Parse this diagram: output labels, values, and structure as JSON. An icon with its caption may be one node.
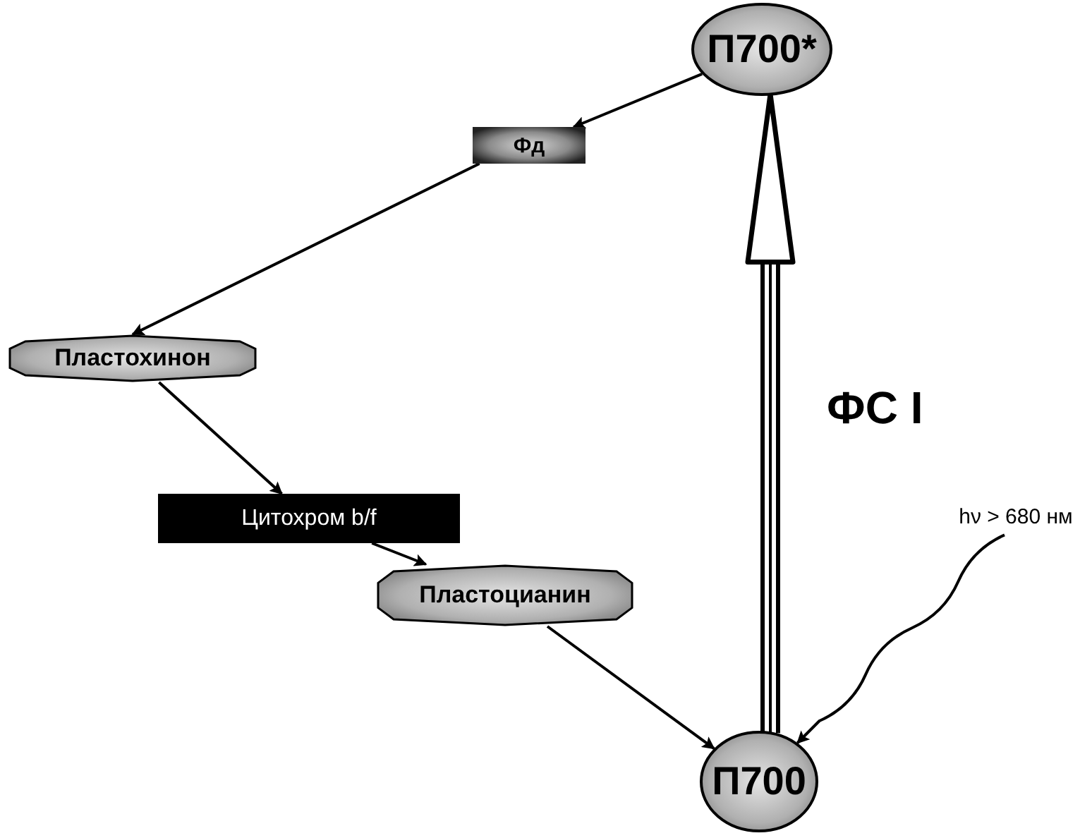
{
  "diagram": {
    "nodes": [
      {
        "text": [
          "П700*"
        ]
      },
      {
        "text": [
          "Фд"
        ]
      },
      {
        "text": [
          "Пластохинон"
        ]
      },
      {
        "text": [
          "Цитохром b/f"
        ]
      },
      {
        "text": [
          "Пластоцианин"
        ]
      },
      {
        "text": [
          "П700"
        ]
      },
      {
        "text": [
          "hν > 680 нм"
        ]
      }
    ],
    "edges": [
      {
        "from": 0,
        "to": 1,
        "arrow": "to"
      },
      {
        "from": 1,
        "to": 2,
        "arrow": "to"
      },
      {
        "from": 2,
        "to": 3,
        "arrow": "to"
      },
      {
        "from": 3,
        "to": 4,
        "arrow": "to"
      },
      {
        "from": 4,
        "to": 5,
        "arrow": "to"
      },
      {
        "from": 5,
        "to": 0,
        "arrow": "to",
        "style": "thick",
        "label": "ФС I"
      },
      {
        "from": 6,
        "to": 5,
        "arrow": "to"
      }
    ]
  }
}
